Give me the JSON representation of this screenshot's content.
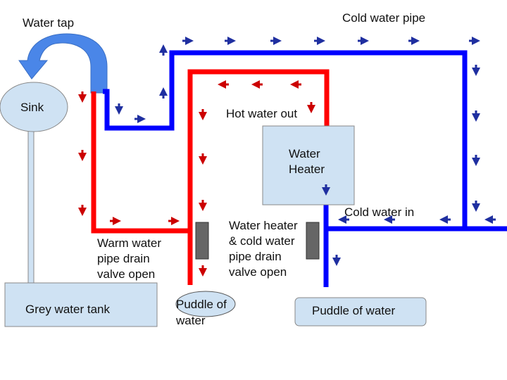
{
  "labels": {
    "water_tap": "Water tap",
    "cold_water_pipe": "Cold water pipe",
    "sink": "Sink",
    "hot_water_out": "Hot water out",
    "water_heater_line1": "Water",
    "water_heater_line2": "Heater",
    "cold_water_in": "Cold water in",
    "warm_valve_line1": "Warm water",
    "warm_valve_line2": "pipe drain",
    "warm_valve_line3": "valve open",
    "heater_valve_line1": "Water heater",
    "heater_valve_line2": "& cold water",
    "heater_valve_line3": "pipe drain",
    "heater_valve_line4": "valve open",
    "grey_water_tank": "Grey water tank",
    "puddle_left_line1": "Puddle of",
    "puddle_left_line2": "water",
    "puddle_right": "Puddle of water"
  },
  "colors": {
    "hot_pipe": "#ff0000",
    "cold_pipe": "#0000ff",
    "hot_arrow": "#cc0000",
    "cold_arrow": "#1f2fa0",
    "tap": "#4a86e8",
    "box_fill": "#cfe2f3",
    "box_stroke": "#888888",
    "valve": "#666666"
  }
}
